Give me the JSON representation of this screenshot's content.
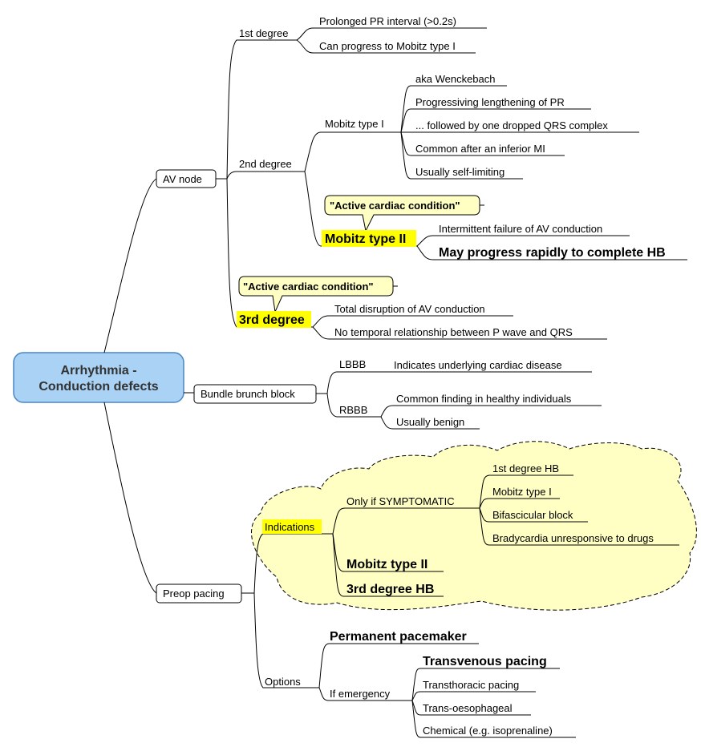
{
  "root": {
    "line1": "Arrhythmia -",
    "line2": "Conduction defects"
  },
  "av_node": {
    "label": "AV node",
    "first_degree": {
      "label": "1st degree",
      "items": [
        "Prolonged PR interval (>0.2s)",
        "Can progress to Mobitz type I"
      ]
    },
    "second_degree": {
      "label": "2nd degree",
      "mobitz1": {
        "label": "Mobitz type I",
        "items": [
          "aka Wenckebach",
          "Progressiving lengthening of PR",
          "... followed by one dropped QRS complex",
          "Common after an inferior MI",
          "Usually self-limiting"
        ]
      },
      "mobitz2": {
        "label": "Mobitz type II",
        "callout": "\"Active cardiac condition\"",
        "items": [
          "Intermittent failure of AV conduction",
          "May progress rapidly to complete HB"
        ]
      }
    },
    "third_degree": {
      "label": "3rd degree",
      "callout": "\"Active cardiac condition\"",
      "items": [
        "Total disruption of AV conduction",
        "No temporal relationship between P wave and QRS"
      ]
    }
  },
  "bundle": {
    "label": "Bundle brunch block",
    "lbbb": {
      "label": "LBBB",
      "items": [
        "Indicates underlying cardiac disease"
      ]
    },
    "rbbb": {
      "label": "RBBB",
      "items": [
        "Common finding in healthy individuals",
        "Usually benign"
      ]
    }
  },
  "preop": {
    "label": "Preop pacing",
    "indications": {
      "label": "Indications",
      "symptomatic": {
        "label": "Only if SYMPTOMATIC",
        "items": [
          "1st degree HB",
          "Mobitz type I",
          "Bifascicular block",
          "Bradycardia unresponsive to drugs"
        ]
      },
      "mobitz2": "Mobitz type II",
      "third_hb": "3rd degree HB"
    },
    "options": {
      "label": "Options",
      "permanent": "Permanent pacemaker",
      "emergency": {
        "label": "If emergency",
        "items": [
          "Transvenous pacing",
          "Transthoracic pacing",
          "Trans-oesophageal",
          "Chemical (e.g. isoprenaline)"
        ]
      }
    }
  },
  "colors": {
    "root_fill": "#a9d2f4",
    "root_stroke": "#4a86c5",
    "highlight": "#ffff00",
    "callout_fill": "#ffffc4",
    "cloud_fill": "#ffffc4"
  }
}
